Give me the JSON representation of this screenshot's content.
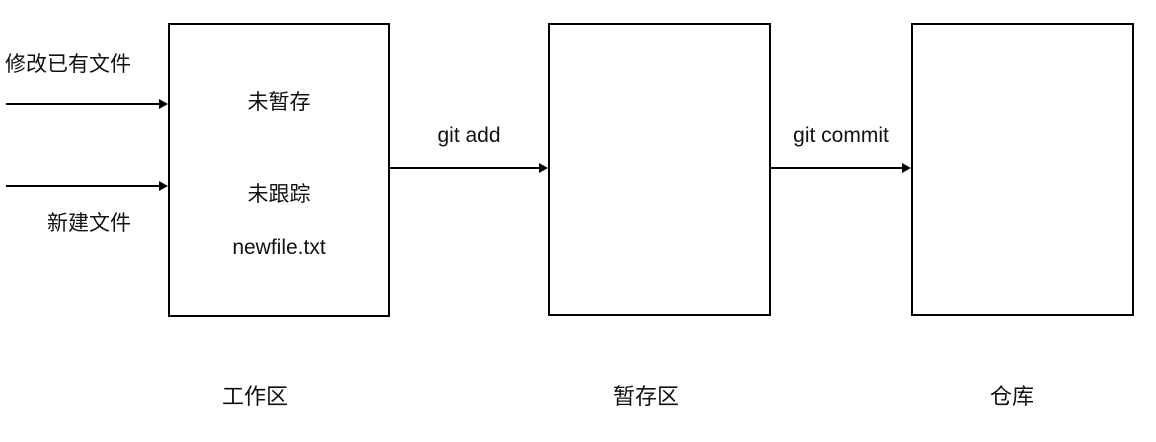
{
  "diagram": {
    "background_color": "#ffffff",
    "line_color": "#000000",
    "inputs": [
      {
        "label": "修改已有文件"
      },
      {
        "label": "新建文件"
      }
    ],
    "boxes": [
      {
        "name": "工作区",
        "contents": [
          "未暂存",
          "未跟踪",
          "newfile.txt"
        ]
      },
      {
        "name": "暂存区",
        "contents": []
      },
      {
        "name": "仓库",
        "contents": []
      }
    ],
    "transitions": [
      {
        "label": "git add"
      },
      {
        "label": "git commit"
      }
    ]
  }
}
